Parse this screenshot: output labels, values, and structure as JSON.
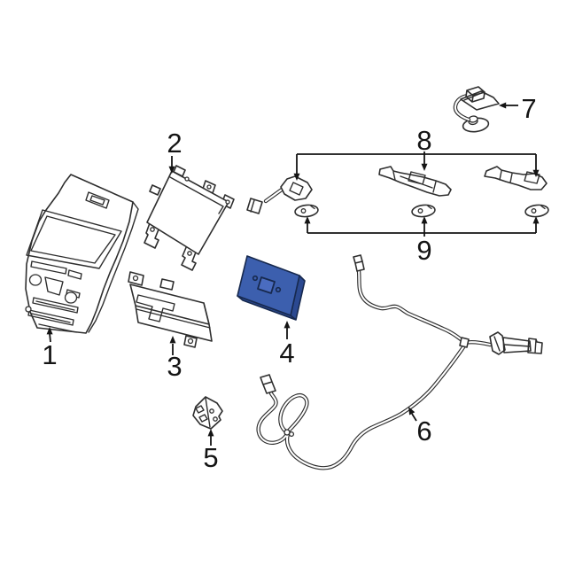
{
  "diagram": {
    "callouts": [
      "1",
      "2",
      "3",
      "4",
      "5",
      "6",
      "7",
      "8",
      "9"
    ],
    "highlighted_part": "4",
    "colors": {
      "background": "#ffffff",
      "line": "#2e2e2e",
      "callout": "#141414",
      "highlight_face": "#3c5fae",
      "highlight_side": "#2b4991",
      "highlight_outline": "#17294e",
      "highlight_connector": "#4a6cc0"
    }
  }
}
